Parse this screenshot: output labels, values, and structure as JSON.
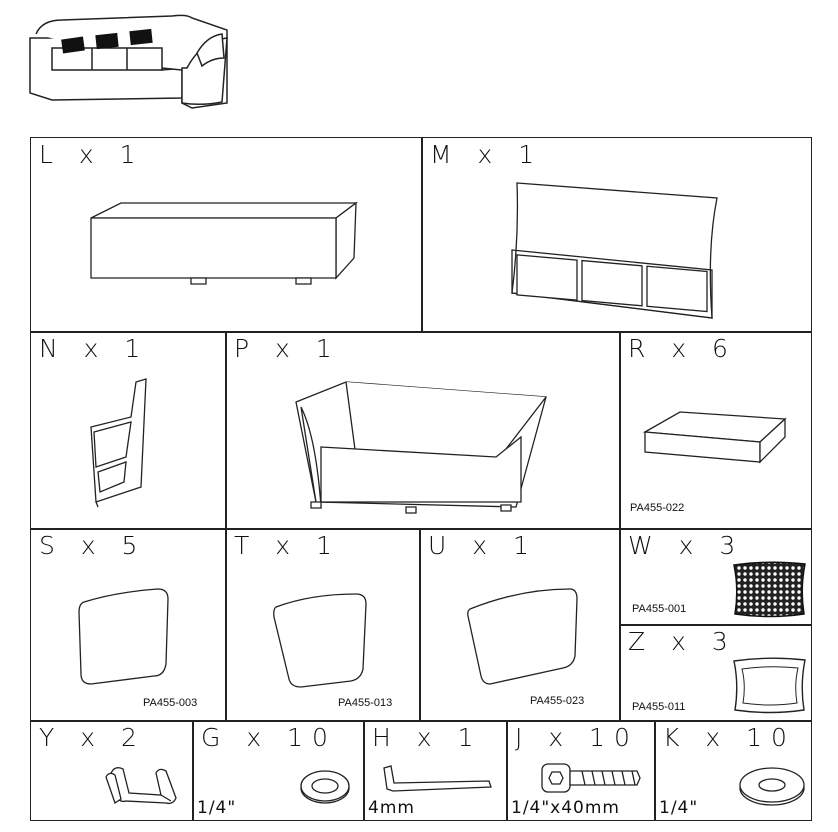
{
  "parts": [
    {
      "id": "L",
      "label": "L x 1"
    },
    {
      "id": "M",
      "label": "M x 1"
    },
    {
      "id": "N",
      "label": "N x 1"
    },
    {
      "id": "P",
      "label": "P x 1"
    },
    {
      "id": "R",
      "label": "R x 6",
      "code": "PA455-022"
    },
    {
      "id": "S",
      "label": "S x 5",
      "code": "PA455-003"
    },
    {
      "id": "T",
      "label": "T x 1",
      "code": "PA455-013"
    },
    {
      "id": "U",
      "label": "U x 1",
      "code": "PA455-023"
    },
    {
      "id": "W",
      "label": "W x 3",
      "code": "PA455-001"
    },
    {
      "id": "Z",
      "label": "Z x 3",
      "code": "PA455-011"
    }
  ],
  "hardware": [
    {
      "id": "Y",
      "label": "Y x 2"
    },
    {
      "id": "G",
      "label": "G x 10",
      "size": "1/4\""
    },
    {
      "id": "H",
      "label": "H x 1",
      "size": "4mm"
    },
    {
      "id": "J",
      "label": "J x 10",
      "size": "1/4\"x40mm"
    },
    {
      "id": "K",
      "label": "K x 10",
      "size": "1/4\""
    }
  ]
}
